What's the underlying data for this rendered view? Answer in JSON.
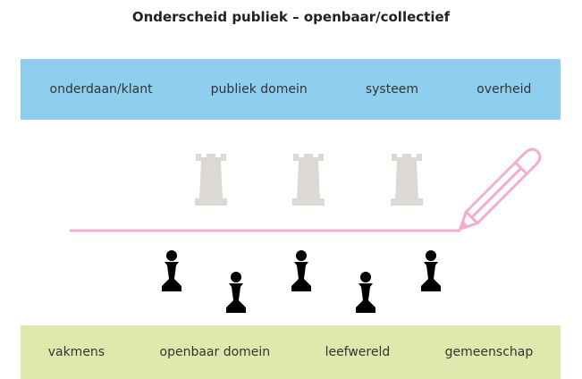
{
  "title": "Onderscheid publiek – openbaar/collectief",
  "top_band": {
    "color": "#8ecfef",
    "labels": [
      "onderdaan/klant",
      "publiek domein",
      "systeem",
      "overheid"
    ]
  },
  "bottom_band": {
    "color": "#dfe9ad",
    "labels": [
      "vakmens",
      "openbaar domein",
      "leefwereld",
      "gemeenschap"
    ]
  },
  "line": {
    "color": "#f2aed0"
  },
  "pencil": {
    "icon": "pencil-icon",
    "color": "#f2aed0"
  },
  "rooks": {
    "icon": "chess-rook-icon",
    "count": 3,
    "color": "#dcd9d5"
  },
  "pawns": {
    "icon": "chess-pawn-icon",
    "count": 5,
    "color": "#000000"
  }
}
